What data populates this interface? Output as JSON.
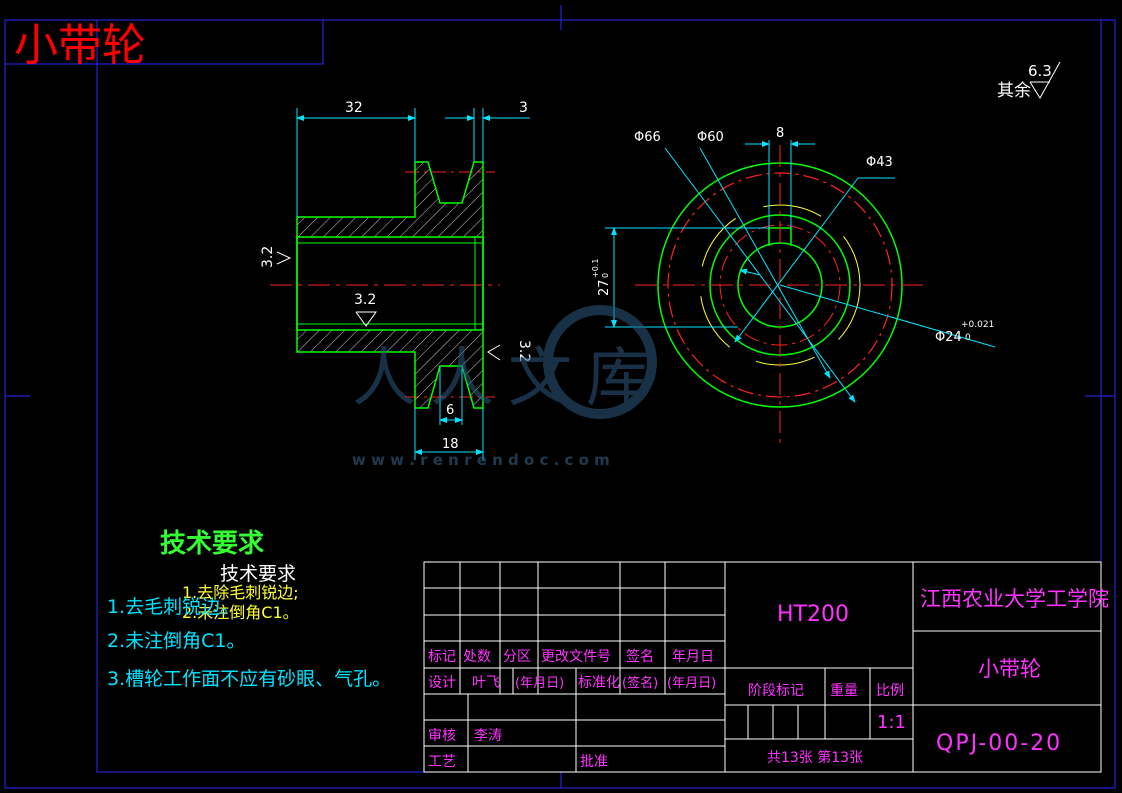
{
  "title": "小带轮",
  "surface_note": {
    "prefix": "其余",
    "value": "6.3"
  },
  "side_view": {
    "dims": {
      "hub_length": "32",
      "flange": "3",
      "groove_top": "6",
      "width": "18"
    },
    "roughness": {
      "bore_left": "3.2",
      "bore_inner": "3.2",
      "rim_right": "3.2"
    }
  },
  "front_view": {
    "dims": {
      "d66": "Φ66",
      "d60": "Φ60",
      "key_width": "8",
      "d43": "Φ43",
      "key_depth": "27",
      "key_depth_tol_upper": "+0.1",
      "key_depth_tol_lower": "0",
      "bore": "Φ24",
      "bore_tol_upper": "+0.021",
      "bore_tol_lower": "0"
    }
  },
  "watermark": {
    "text": "人人文库",
    "url": "w w w . r e n r e n d o c . c o m"
  },
  "tech_requirements": {
    "heading": "技术要求",
    "items": [
      "1.去毛刺锐边。",
      "2.未注倒角C1。",
      "3.槽轮工作面不应有砂眼、气孔。"
    ],
    "overlay_heading": "技术要求",
    "overlay_items": [
      "1.去除毛刺锐边;",
      "2.未注倒角C1。"
    ]
  },
  "title_block": {
    "material": "HT200",
    "school": "江西农业大学工学院",
    "part_name": "小带轮",
    "drawing_no": "QPJ-00-20",
    "headers": [
      "标记",
      "处数",
      "分区",
      "更改文件号",
      "签名",
      "年月日"
    ],
    "design_row": [
      "设计",
      "叶飞",
      "(年月日)",
      "标准化",
      "(签名)",
      "(年月日)"
    ],
    "stage_label": "阶段标记",
    "weight_label": "重量",
    "scale_label": "比例",
    "scale_value": "1:1",
    "review_label": "审核",
    "reviewer": "李涛",
    "process_label": "工艺",
    "approve_label": "批准",
    "sheets": "共13张 第13张"
  },
  "colors": {
    "frame": "#2222ff",
    "title": "#ff0000",
    "geometry": "#00ff00",
    "dimension": "#00e5ff",
    "centerline": "#ff2222",
    "hatch": "#ffffff",
    "title_block_text": "#ff33ff",
    "tech_heading": "#33ff33",
    "tech_text": "#00e5ff",
    "yellow": "#ffff33"
  }
}
